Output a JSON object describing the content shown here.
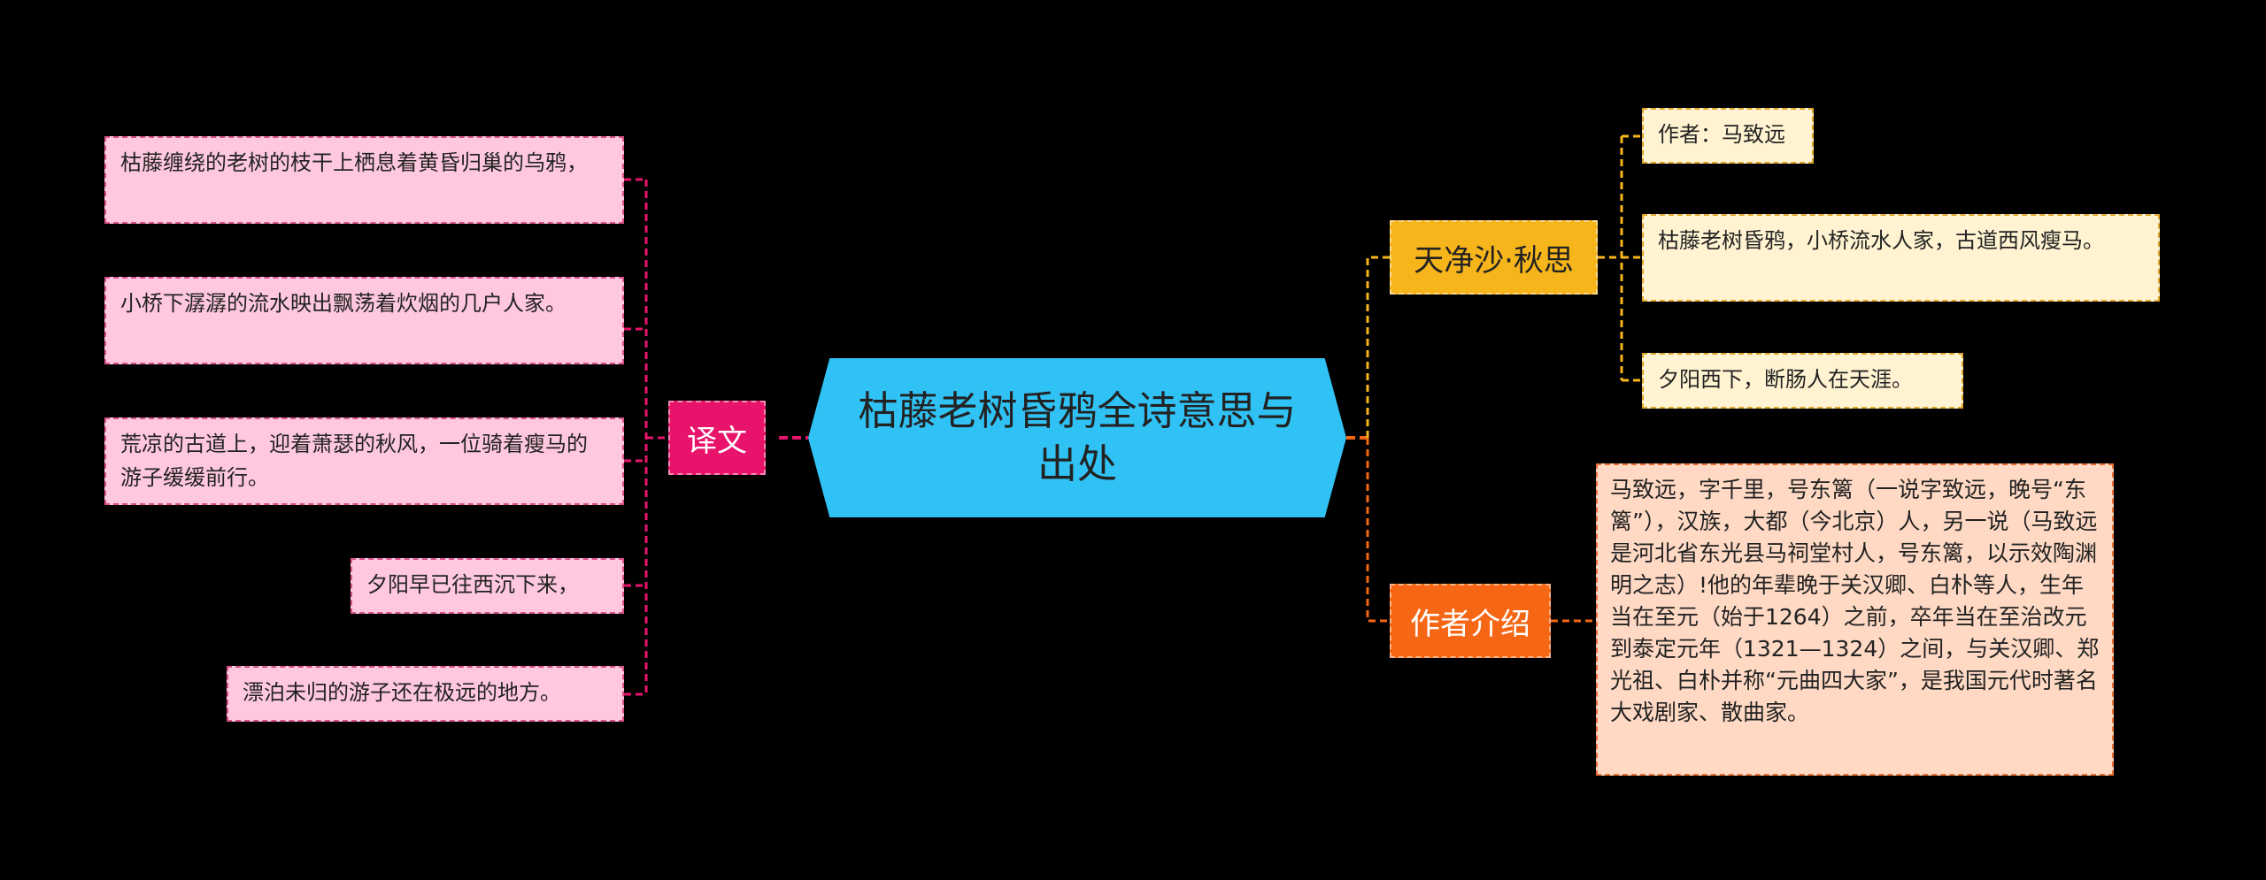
{
  "central": {
    "title": "枯藤老树昏鸦全诗意思与出处",
    "color": "#31c2f5"
  },
  "branches": {
    "translation": {
      "label": "译文",
      "color": "#e8136b",
      "items": [
        "枯藤缠绕的老树的枝干上栖息着黄昏归巢的乌鸦，",
        "小桥下潺潺的流水映出飘荡着炊烟的几户人家。",
        "荒凉的古道上，迎着萧瑟的秋风，一位骑着瘦马的游子缓缓前行。",
        "夕阳早已往西沉下来，",
        "漂泊未归的游子还在极远的地方。"
      ]
    },
    "poem": {
      "label": "天净沙·秋思",
      "color": "#f7b51c",
      "items": [
        "作者：马致远",
        "枯藤老树昏鸦，小桥流水人家，古道西风瘦马。",
        "夕阳西下，断肠人在天涯。"
      ]
    },
    "author": {
      "label": "作者介绍",
      "color": "#f56714",
      "items": [
        "马致远，字千里，号东篱（一说字致远，晚号“东篱”），汉族，大都（今北京）人，另一说（马致远是河北省东光县马祠堂村人，号东篱，以示效陶渊明之志）!他的年辈晚于关汉卿、白朴等人，生年当在至元（始于1264）之前，卒年当在至治改元到泰定元年（1321—1324）之间，与关汉卿、郑光祖、白朴并称“元曲四大家”，是我国元代时著名大戏剧家、散曲家。"
      ]
    }
  }
}
